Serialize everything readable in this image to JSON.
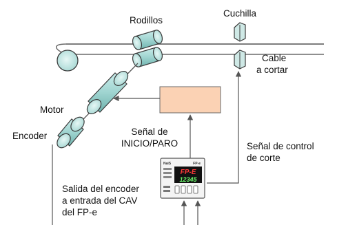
{
  "labels": {
    "rollers": "Rodillos",
    "cutter": "Cuchilla",
    "cable_line1": "Cable",
    "cable_line2": "a cortar",
    "motor": "Motor",
    "encoder": "Encoder",
    "start_stop_line1": "Señal de",
    "start_stop_line2": "INICIO/PARO",
    "cut_control_line1": "Señal de control",
    "cut_control_line2": "de corte",
    "encoder_out_line1": "Salida del encoder",
    "encoder_out_line2": "a entrada del CAV",
    "encoder_out_line3": "del FP-e"
  },
  "device": {
    "brand": "NaiS",
    "model": "FP-e",
    "display_top": "FP-E",
    "display_bottom": "12345"
  },
  "colors": {
    "roller": "#9fd4d0",
    "roller_stroke": "#3a3a3a",
    "controller_box": "#fbd2b4",
    "lines": "#5a5a5a",
    "display_bg": "#111111",
    "display_red": "#ff3a3a",
    "display_green": "#6dff6d"
  }
}
